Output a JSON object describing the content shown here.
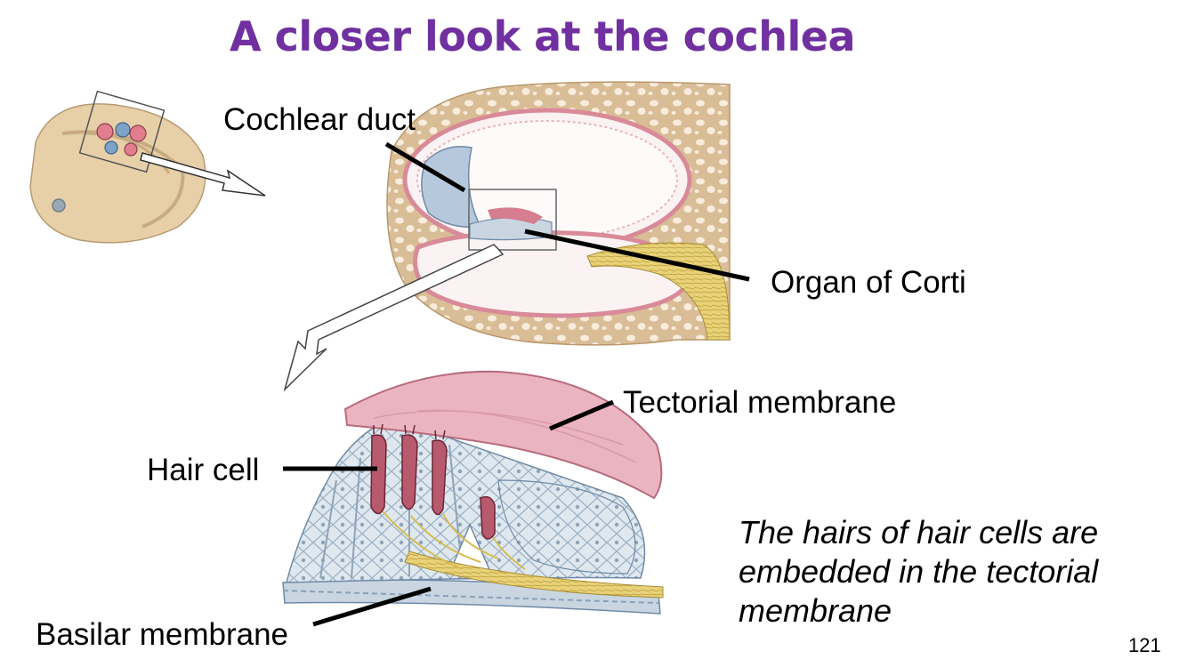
{
  "slide": {
    "title": "A closer look at the cochlea",
    "page_number": "121",
    "note": "The hairs of hair cells are embedded in the tectorial membrane"
  },
  "labels": {
    "cochlear_duct": "Cochlear duct",
    "organ_of_corti": "Organ of Corti",
    "tectorial_membrane": "Tectorial membrane",
    "hair_cell": "Hair cell",
    "basilar_membrane": "Basilar membrane"
  },
  "colors": {
    "title": "#7030a0",
    "bone": "#e9d3b3",
    "tissue_pink": "#e8a9b4",
    "duct_fill": "#f6e3e5",
    "tectorial": "#eab4c0",
    "support_cells": "#dde7ef",
    "hair_cell": "#b85a6e",
    "nerve": "#e2c96c",
    "leader_line": "#000000"
  }
}
